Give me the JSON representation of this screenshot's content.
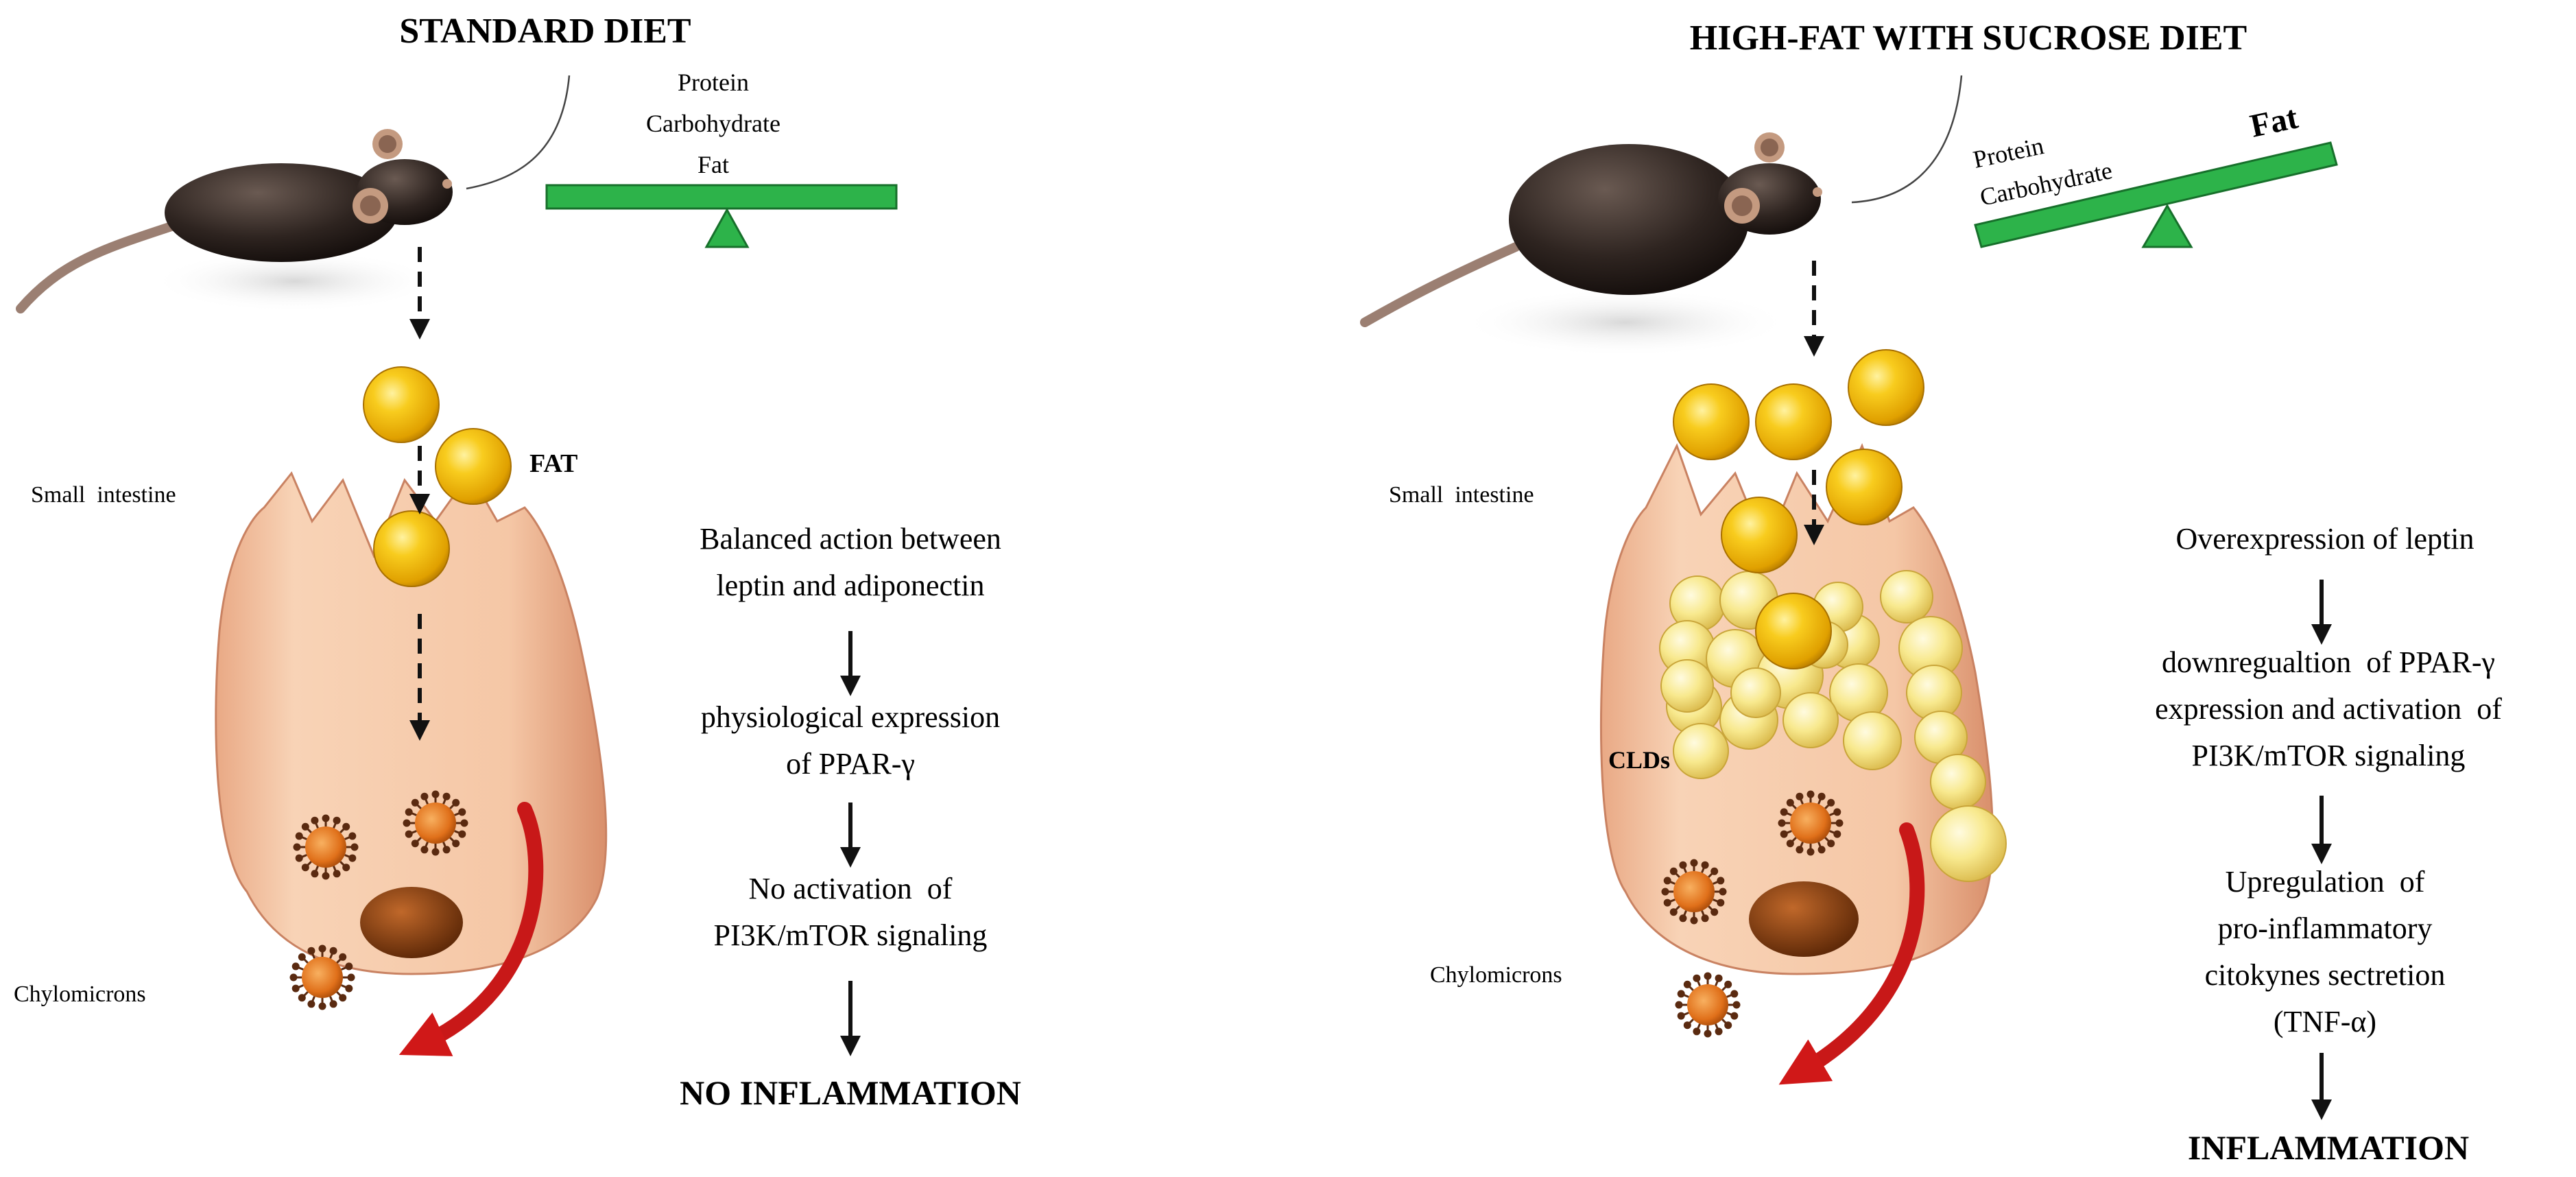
{
  "left_panel": {
    "title": "STANDARD DIET",
    "balance_labels": [
      "Protein",
      "Carbohydrate",
      "Fat"
    ],
    "fat_label": "FAT",
    "small_intestine": "Small  intestine",
    "chylomicrons": "Chylomicrons",
    "flow": [
      "Balanced action between",
      "leptin and adiponectin",
      "physiological expression",
      "of PPAR-γ",
      "No activation  of",
      "PI3K/mTOR signaling"
    ],
    "outcome": "NO INFLAMMATION"
  },
  "right_panel": {
    "title": "HIGH-FAT WITH SUCROSE DIET",
    "balance_protein": "Protein",
    "balance_carbohydrate": "Carbohydrate",
    "balance_fat": "Fat",
    "small_intestine": "Small  intestine",
    "clds": "CLDs",
    "chylomicrons": "Chylomicrons",
    "flow": [
      "Overexpression of leptin",
      "downregualtion  of PPAR-γ",
      "expression and activation  of",
      "PI3K/mTOR signaling",
      "Upregulation  of",
      "pro-inflammatory",
      "citokynes sectretion",
      "(TNF-α)"
    ],
    "outcome": "INFLAMMATION"
  },
  "colors": {
    "cell": "#f5c8a8",
    "fat_gold": "#f2b705",
    "cld_yellow": "#f7e88a",
    "balance_green": "#2db34a",
    "red_arrow": "#b01818",
    "mouse": "#2e2420",
    "nucleus": "#8a3e0e",
    "chylomicron": "#e0781e"
  },
  "icons": [
    "mouse-icon",
    "balance-scale-icon",
    "fat-droplet-icon",
    "chylomicron-icon",
    "nucleus-icon"
  ]
}
